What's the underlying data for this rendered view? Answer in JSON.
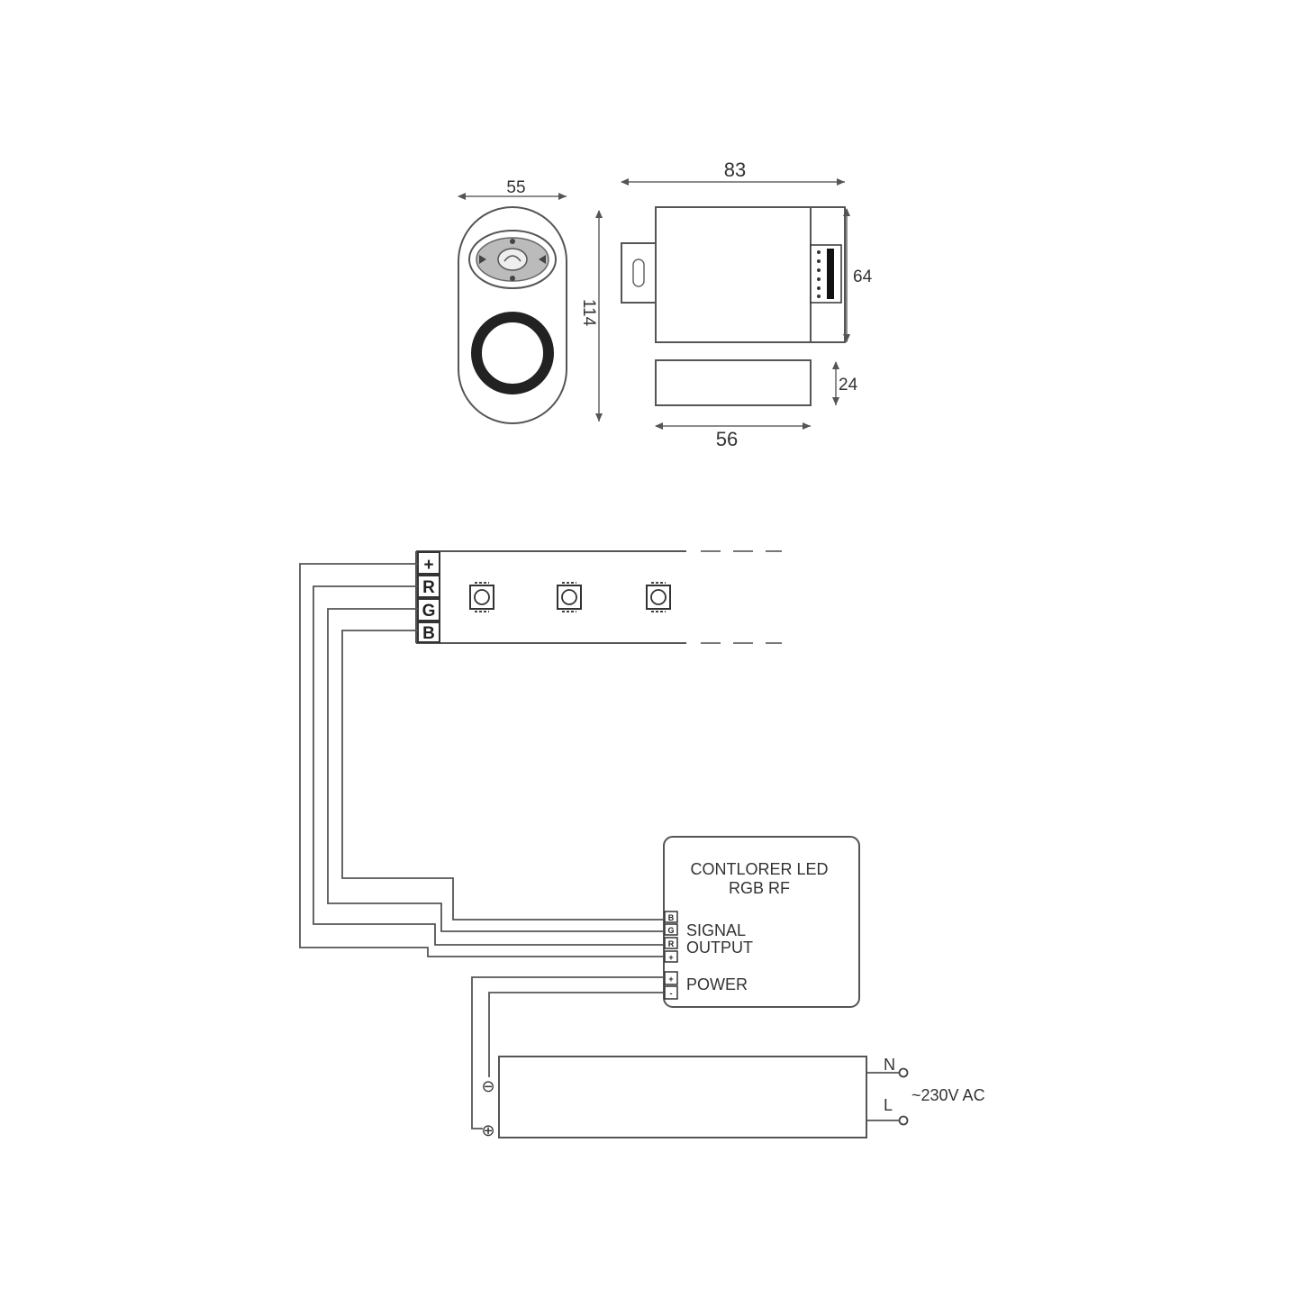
{
  "dimensions": {
    "remote_width": "55",
    "remote_height": "114",
    "controller_length": "83",
    "controller_width": "64",
    "controller_height": "24",
    "controller_body_length": "56"
  },
  "led_strip": {
    "terminals": [
      "+",
      "R",
      "G",
      "B"
    ]
  },
  "controller": {
    "title_line1": "CONTLORER LED",
    "title_line2": "RGB RF",
    "signal_label_line1": "SIGNAL",
    "signal_label_line2": "OUTPUT",
    "power_label": "POWER",
    "signal_pins": [
      "B",
      "G",
      "R",
      "+"
    ],
    "power_pins": [
      "+",
      "-"
    ]
  },
  "power_supply": {
    "output_minus": "⊖",
    "output_plus": "⊕",
    "input_n": "N",
    "input_l": "L",
    "input_voltage": "~230V AC"
  },
  "icons": [
    "remote-control-icon",
    "touch-ring-icon",
    "led-chip-icon",
    "screw-terminal-icon"
  ]
}
